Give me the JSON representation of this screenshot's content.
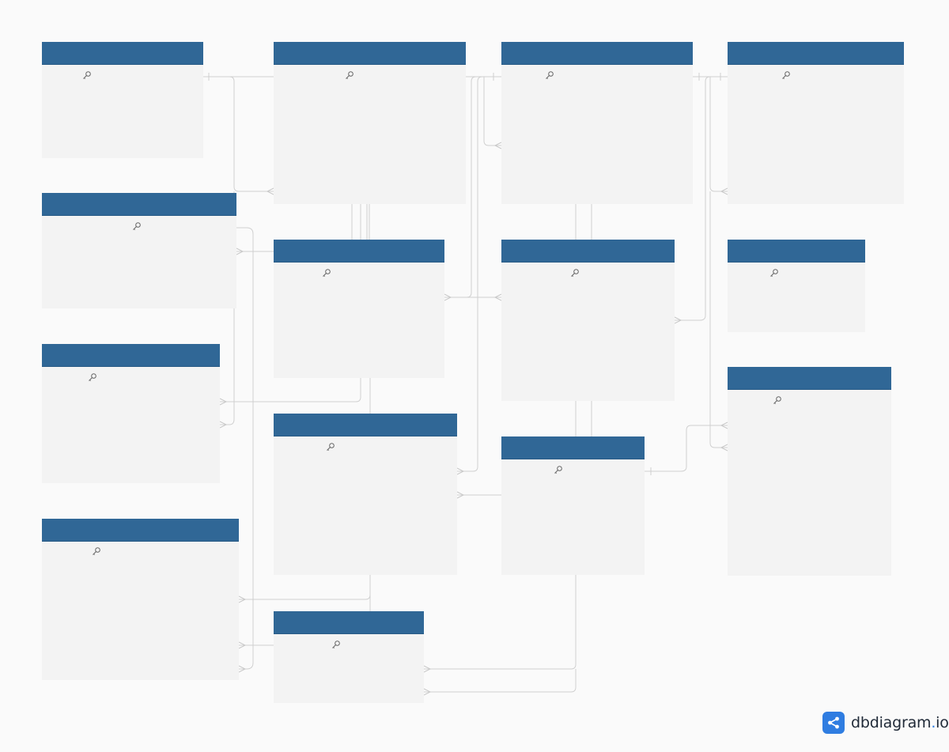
{
  "diagram": {
    "tables": [
      {
        "id": "t1",
        "name": ""
      },
      {
        "id": "t2",
        "name": ""
      },
      {
        "id": "t3",
        "name": ""
      },
      {
        "id": "t4",
        "name": ""
      },
      {
        "id": "t5",
        "name": ""
      },
      {
        "id": "t6",
        "name": ""
      },
      {
        "id": "t7",
        "name": ""
      },
      {
        "id": "t8",
        "name": ""
      },
      {
        "id": "t9",
        "name": ""
      },
      {
        "id": "t10",
        "name": ""
      },
      {
        "id": "t11",
        "name": ""
      },
      {
        "id": "t12",
        "name": ""
      },
      {
        "id": "t13",
        "name": ""
      },
      {
        "id": "t14",
        "name": ""
      }
    ],
    "colors": {
      "header": "#306796",
      "body": "#f3f3f3",
      "connector": "#d0d0d0",
      "background": "#fafafa",
      "brand": "#2f7de1"
    },
    "icons": {
      "primary_key": "key-icon",
      "logo": "share-icon"
    }
  },
  "branding": {
    "name_main": "dbdiagram",
    "name_dot": ".",
    "name_tld": "io"
  }
}
